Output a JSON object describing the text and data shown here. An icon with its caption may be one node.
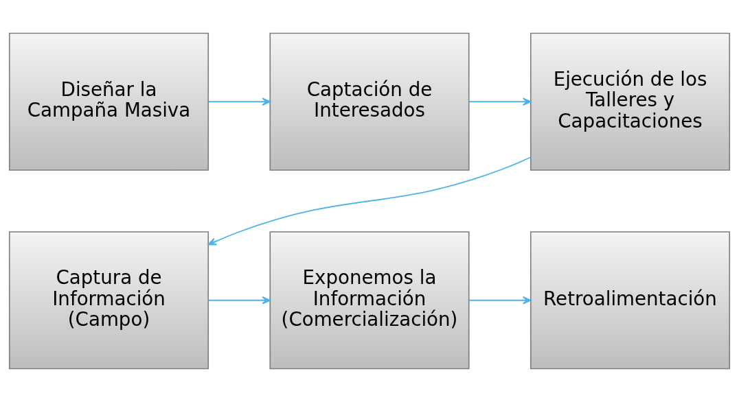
{
  "diagram": {
    "nodes": [
      {
        "text": [
          "Diseñar la Campaña Masiva"
        ]
      },
      {
        "text": [
          "Captación de Interesados"
        ]
      },
      {
        "text": [
          "Ejecución de los Talleres y Capacitaciones"
        ]
      },
      {
        "text": [
          "Captura de Información (Campo)"
        ]
      },
      {
        "text": [
          "Exponemos la Información",
          "(Comercialización)"
        ]
      },
      {
        "text": [
          "Retroalimentación"
        ]
      }
    ],
    "edges": [
      {
        "from": 0,
        "to": 1,
        "arrow": "to"
      },
      {
        "from": 1,
        "to": 2,
        "arrow": "to"
      },
      {
        "from": 2,
        "to": 3,
        "arrow": "to"
      },
      {
        "from": 3,
        "to": 4,
        "arrow": "to"
      },
      {
        "from": 4,
        "to": 5,
        "arrow": "to"
      }
    ]
  }
}
